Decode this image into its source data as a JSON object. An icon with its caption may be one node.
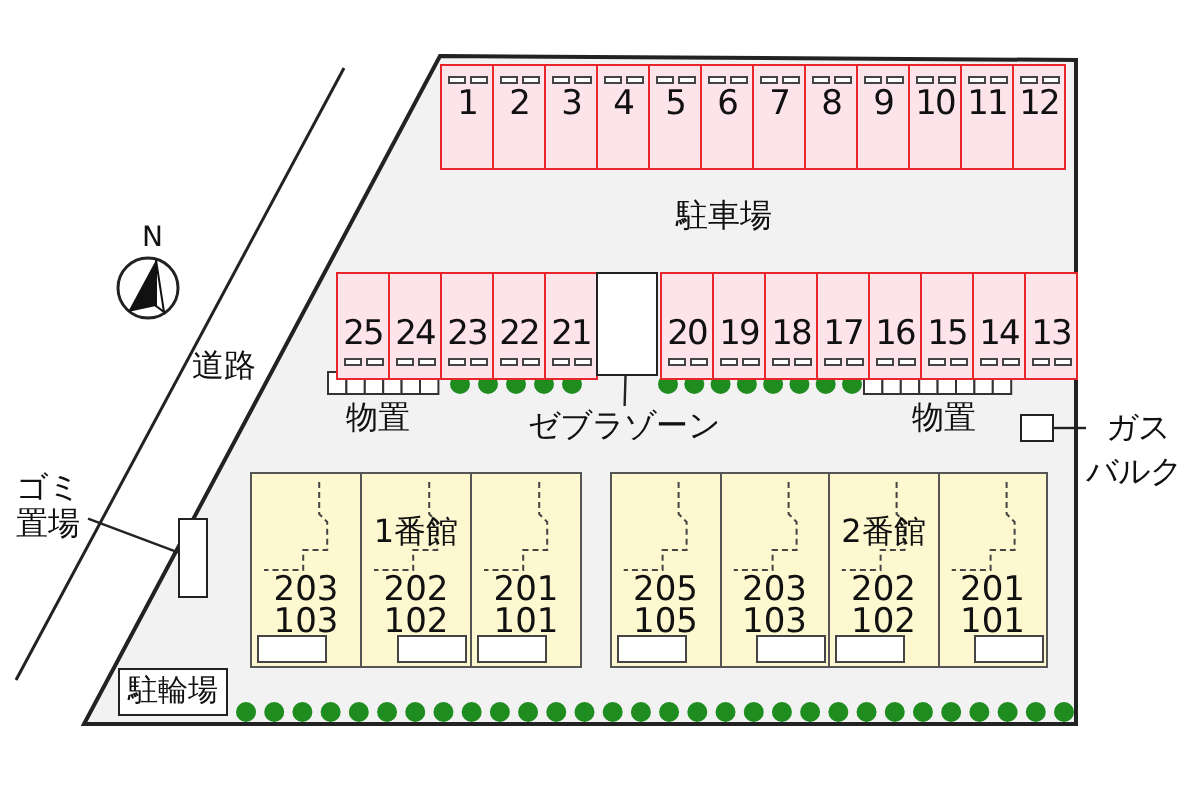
{
  "diagram": {
    "nodes": [
      {
        "text": [
          "1"
        ]
      },
      {
        "text": [
          "2"
        ]
      },
      {
        "text": [
          "3"
        ]
      },
      {
        "text": [
          "4"
        ]
      },
      {
        "text": [
          "5"
        ]
      },
      {
        "text": [
          "6"
        ]
      },
      {
        "text": [
          "7"
        ]
      },
      {
        "text": [
          "8"
        ]
      },
      {
        "text": [
          "9"
        ]
      },
      {
        "text": [
          "10"
        ]
      },
      {
        "text": [
          "11"
        ]
      },
      {
        "text": [
          "12"
        ]
      },
      {
        "text": [
          "25"
        ]
      },
      {
        "text": [
          "24"
        ]
      },
      {
        "text": [
          "23"
        ]
      },
      {
        "text": [
          "22"
        ]
      },
      {
        "text": [
          "21"
        ]
      },
      {
        "text": [],
        "shape": "box"
      },
      {
        "text": [
          "20"
        ]
      },
      {
        "text": [
          "19"
        ]
      },
      {
        "text": [
          "18"
        ]
      },
      {
        "text": [
          "17"
        ]
      },
      {
        "text": [
          "16"
        ]
      },
      {
        "text": [
          "15"
        ]
      },
      {
        "text": [
          "14"
        ]
      },
      {
        "text": [
          "13"
        ]
      },
      {
        "text": [
          "ゼブラゾーン"
        ]
      },
      {
        "text": [],
        "shape": "box"
      },
      {
        "text": [
          "ガスバルク"
        ]
      },
      {
        "text": [],
        "shape": "box"
      },
      {
        "text": [
          "ゴミ置場"
        ]
      },
      {
        "text": [
          "駐輪場"
        ]
      },
      {
        "text": [
          "203",
          "103"
        ]
      },
      {
        "text": [
          "1番館",
          "202",
          "102"
        ]
      },
      {
        "text": [
          "201",
          "101"
        ]
      },
      {
        "text": [
          "205",
          "105"
        ]
      },
      {
        "text": [
          "203",
          "103"
        ]
      },
      {
        "text": [
          "2番館",
          "202",
          "102"
        ]
      },
      {
        "text": [
          "201",
          "101"
        ]
      }
    ],
    "edges": [
      {
        "from": 26,
        "to": 17,
        "arrow": "none"
      },
      {
        "from": 28,
        "to": 27,
        "arrow": "none"
      },
      {
        "from": 30,
        "to": 29,
        "arrow": "none"
      }
    ],
    "labels": [
      "N",
      "道路",
      "駐車場",
      "物置",
      "物置"
    ]
  }
}
